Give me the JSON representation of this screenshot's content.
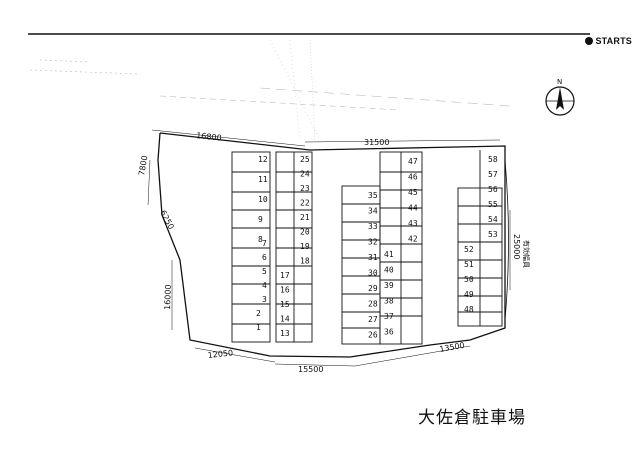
{
  "brand": "STARTS",
  "north_label": "N",
  "caption": "大佐倉駐車場",
  "dimensions": {
    "top_left": "16800",
    "top_right": "31500",
    "left_top": "7800",
    "left_diag": "6250",
    "left_bottom": "16000",
    "bottom_left": "12050",
    "bottom_mid": "15500",
    "bottom_right": "13500",
    "right_width": "25000",
    "right_note": "有効幅員"
  },
  "stalls": {
    "col_a_top": [
      "12",
      "11",
      "10",
      "9",
      "8"
    ],
    "col_a_mid": [
      "7",
      "6",
      "5",
      "4",
      "3",
      "2",
      "1"
    ],
    "col_b": [
      "25",
      "24",
      "23",
      "22",
      "21",
      "20",
      "19",
      "18",
      "17",
      "16",
      "15",
      "14",
      "13"
    ],
    "col_c": [
      "35",
      "34",
      "33",
      "32",
      "31",
      "30",
      "29",
      "28",
      "27",
      "26"
    ],
    "col_d": [
      "47",
      "46",
      "45",
      "44",
      "43",
      "42",
      "41",
      "40",
      "39",
      "38",
      "37",
      "36"
    ],
    "col_e": [
      "58",
      "57",
      "56",
      "55",
      "54",
      "53",
      "52",
      "51",
      "50",
      "49",
      "48"
    ]
  }
}
